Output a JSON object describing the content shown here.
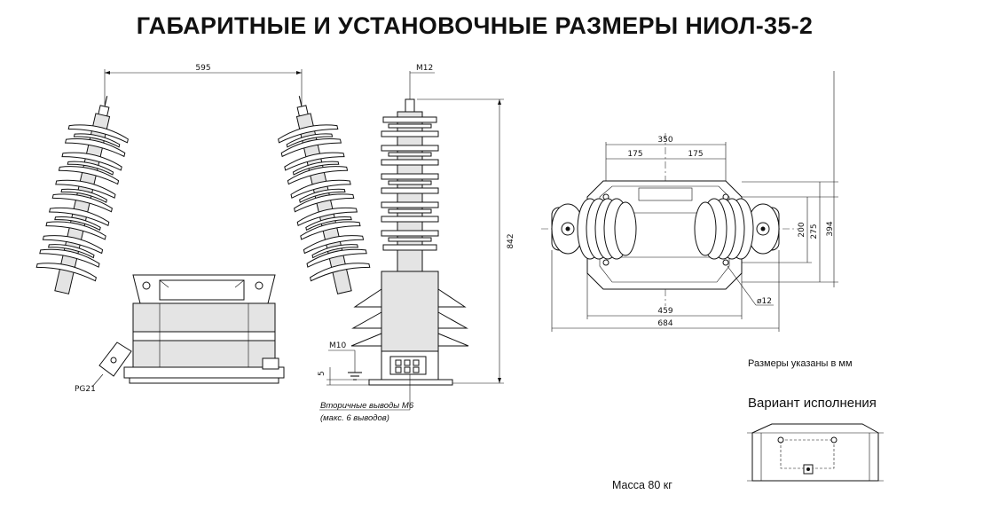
{
  "title": "ГАБАРИТНЫЕ И УСТАНОВОЧНЫЕ РАЗМЕРЫ НИОЛ-35-2",
  "dimensions": {
    "front_width": "595",
    "side_thread": "M12",
    "side_height": "842",
    "ground_thread": "M10",
    "ground_dim": "5",
    "port_label": "PG21",
    "plan_350": "350",
    "plan_175_left": "175",
    "plan_175_right": "175",
    "plan_200": "200",
    "plan_275": "275",
    "plan_394": "394",
    "plan_459": "459",
    "plan_684": "684",
    "plan_hole": "ø12"
  },
  "notes": {
    "secondary_line1": "Вторичные выводы М6",
    "secondary_line2": "(макс. 6 выводов)",
    "units": "Размеры указаны в мм",
    "variant": "Вариант исполнения",
    "mass": "Масса 80 кг"
  }
}
